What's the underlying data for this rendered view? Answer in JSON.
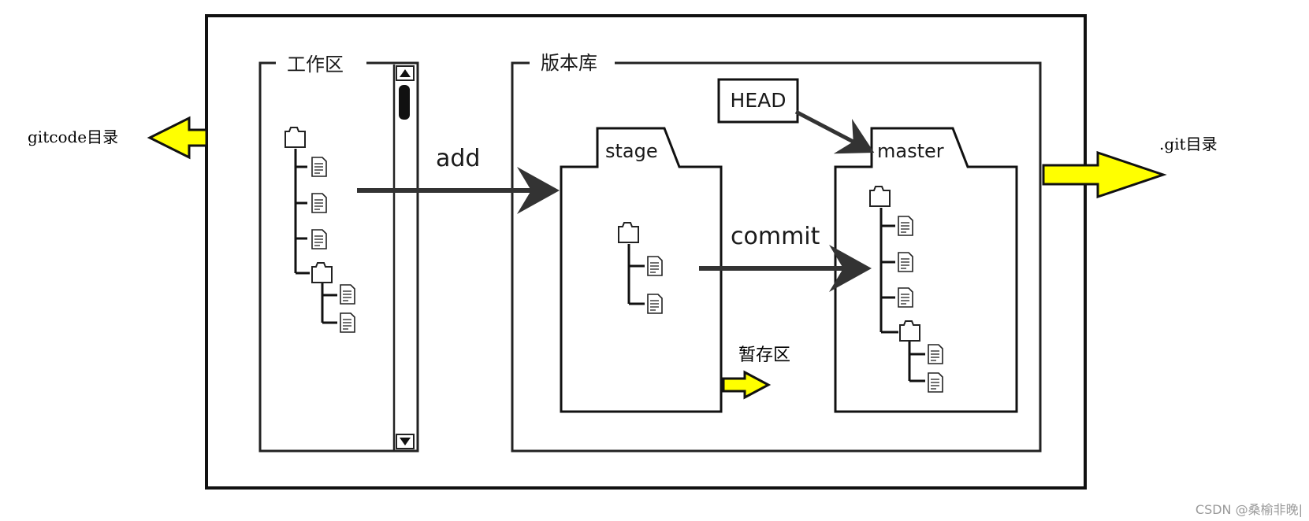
{
  "diagram": {
    "workspace_label": "工作区",
    "repository_label": "版本库",
    "stage_label": "stage",
    "master_label": "master",
    "head_label": "HEAD",
    "add_label": "add",
    "commit_label": "commit",
    "staging_area_label": "暂存区",
    "gitcode_dir_label": "gitcode目录",
    "git_dir_label": ".git目录",
    "arrow_color": "#ffff00"
  },
  "watermark": "CSDN @桑榆非晚|"
}
